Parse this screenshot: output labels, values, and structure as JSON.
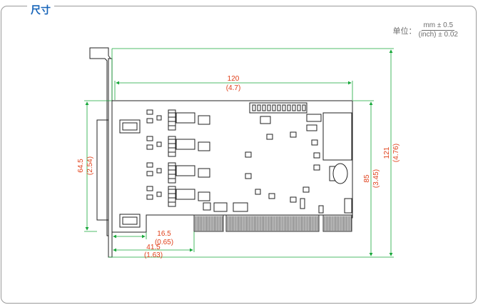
{
  "section_title": "尺寸",
  "unit_legend": {
    "label": "单位：",
    "numerator": "mm ± 0.5",
    "denominator": "(inch) ± 0.02"
  },
  "dimensions": {
    "length": {
      "mm": "120",
      "inch": "(4.7)"
    },
    "overall_height": {
      "mm": "121",
      "inch": "(4.76)"
    },
    "board_height": {
      "mm": "85",
      "inch": "(3.45)"
    },
    "connector_span": {
      "mm": "64.5",
      "inch": "(2.54)"
    },
    "edge_offset": {
      "mm": "16.5",
      "inch": "(0.65)"
    },
    "connector_offset": {
      "mm": "41.5",
      "inch": "(1.63)"
    }
  },
  "colors": {
    "title": "#1764b9",
    "dimension_text": "#e0401a",
    "dimension_line": "#18a83a",
    "drawing": "#222222"
  }
}
